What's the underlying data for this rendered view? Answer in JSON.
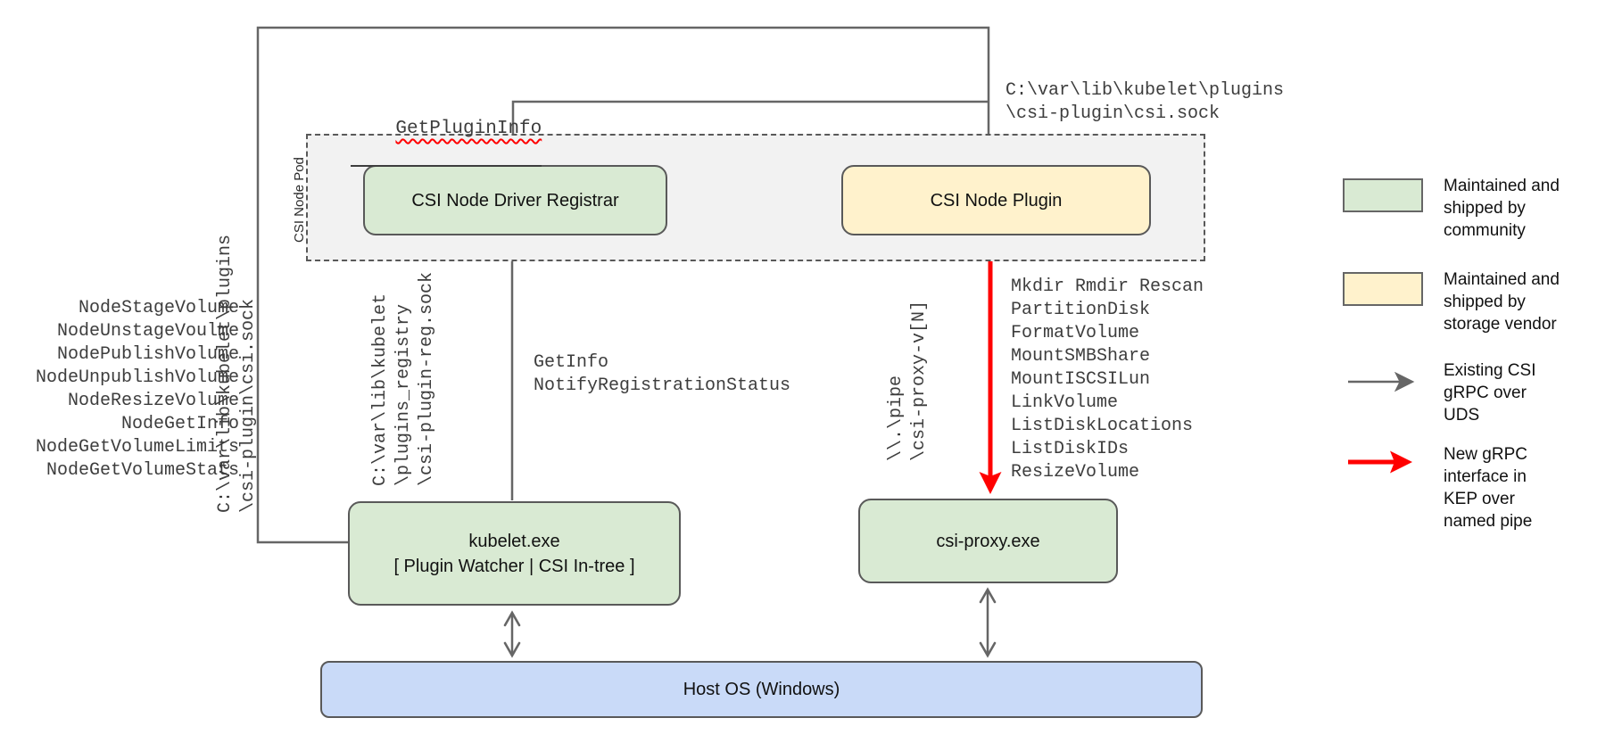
{
  "diagram": {
    "pod": {
      "label": "CSI Node Pod"
    },
    "boxes": {
      "registrar": "CSI Node Driver Registrar",
      "plugin": "CSI Node Plugin",
      "kubelet_line1": "kubelet.exe",
      "kubelet_line2": "[ Plugin Watcher | CSI In-tree ]",
      "csi_proxy": "csi-proxy.exe",
      "host_os": "Host OS (Windows)"
    },
    "labels": {
      "get_plugin_info": "GetPluginInfo",
      "plugin_sock_top": [
        "C:\\var\\lib\\kubelet\\plugins",
        "\\csi-plugin\\csi.sock"
      ],
      "plugin_sock_left": [
        "C:\\var\\lib\\kubelet\\plugins",
        "\\csi-plugin\\csi.sock"
      ],
      "registrar_sock": [
        "C:\\var\\lib\\kubelet",
        "\\plugins_registry",
        "\\csi-plugin-reg.sock"
      ],
      "named_pipe": [
        "\\\\.\\pipe",
        "\\csi-proxy-v[N]"
      ],
      "registrar_calls": [
        "GetInfo",
        "NotifyRegistrationStatus"
      ],
      "node_calls": [
        "NodeStageVolume",
        "NodeUnstageVoulme",
        "NodePublishVolume",
        "NodeUnpublishVolume",
        "NodeResizeVolume",
        "NodeGetInfo",
        "NodeGetVolumeLimits",
        "NodeGetVolumeStats"
      ],
      "proxy_calls": [
        "Mkdir Rmdir Rescan",
        "PartitionDisk",
        "FormatVolume",
        "MountSMBShare",
        "MountISCSILun",
        "LinkVolume",
        "ListDiskLocations",
        "ListDiskIDs",
        "ResizeVolume"
      ]
    },
    "legend": {
      "community": "Maintained and\nshipped by\ncommunity",
      "vendor": "Maintained and\nshipped by\nstorage vendor",
      "existing_arrow": "Existing CSI\ngRPC over\nUDS",
      "new_arrow": "New gRPC\ninterface in\nKEP over\nnamed pipe"
    },
    "colors": {
      "community_green": "#d9ead3",
      "vendor_yellow": "#fff2cc",
      "host_blue": "#c9daf8",
      "pod_gray": "#f2f2f2",
      "line_gray": "#666666",
      "new_red": "#ff0000"
    }
  }
}
